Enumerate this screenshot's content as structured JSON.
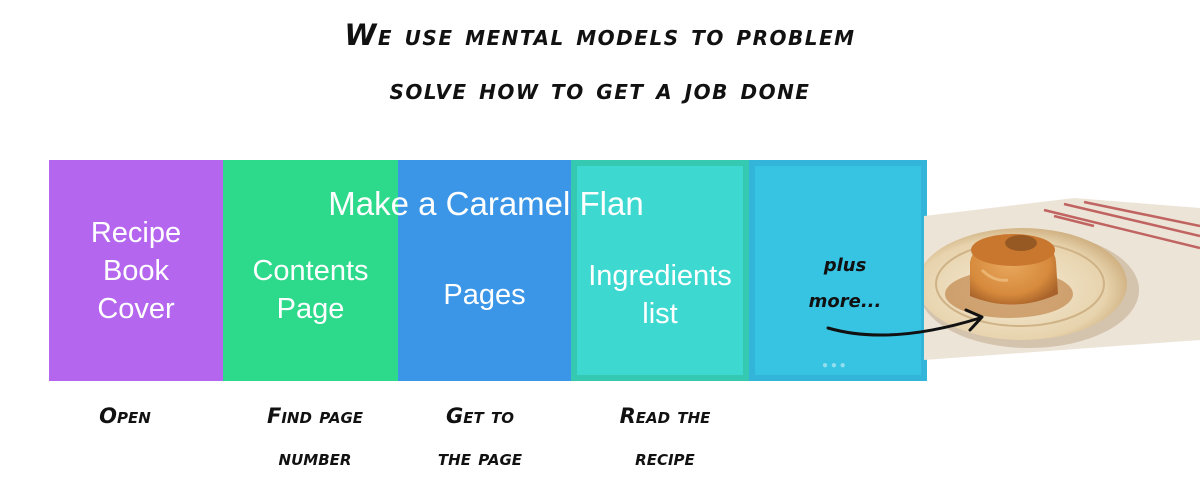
{
  "heading": {
    "line1": "We use mental models to problem",
    "line2": "solve how to get a job done"
  },
  "task": {
    "title": "Make a Caramel Flan"
  },
  "blocks": [
    {
      "label": "Recipe\nBook\nCover",
      "color": "#b566ee"
    },
    {
      "label": "Contents\nPage",
      "color": "#2dd98a"
    },
    {
      "label": "Pages",
      "color": "#3b96e8"
    },
    {
      "label": "Ingredients\nlist",
      "color": "#3dd9d1"
    },
    {
      "label": "plus\nmore...",
      "color": "#37c3e2"
    }
  ],
  "steps": [
    {
      "label": "Open"
    },
    {
      "label": "Find page\nnumber"
    },
    {
      "label": "Get to\nthe page"
    },
    {
      "label": "Read the\nrecipe"
    }
  ],
  "image": {
    "icon": "caramel-flan-photo"
  }
}
